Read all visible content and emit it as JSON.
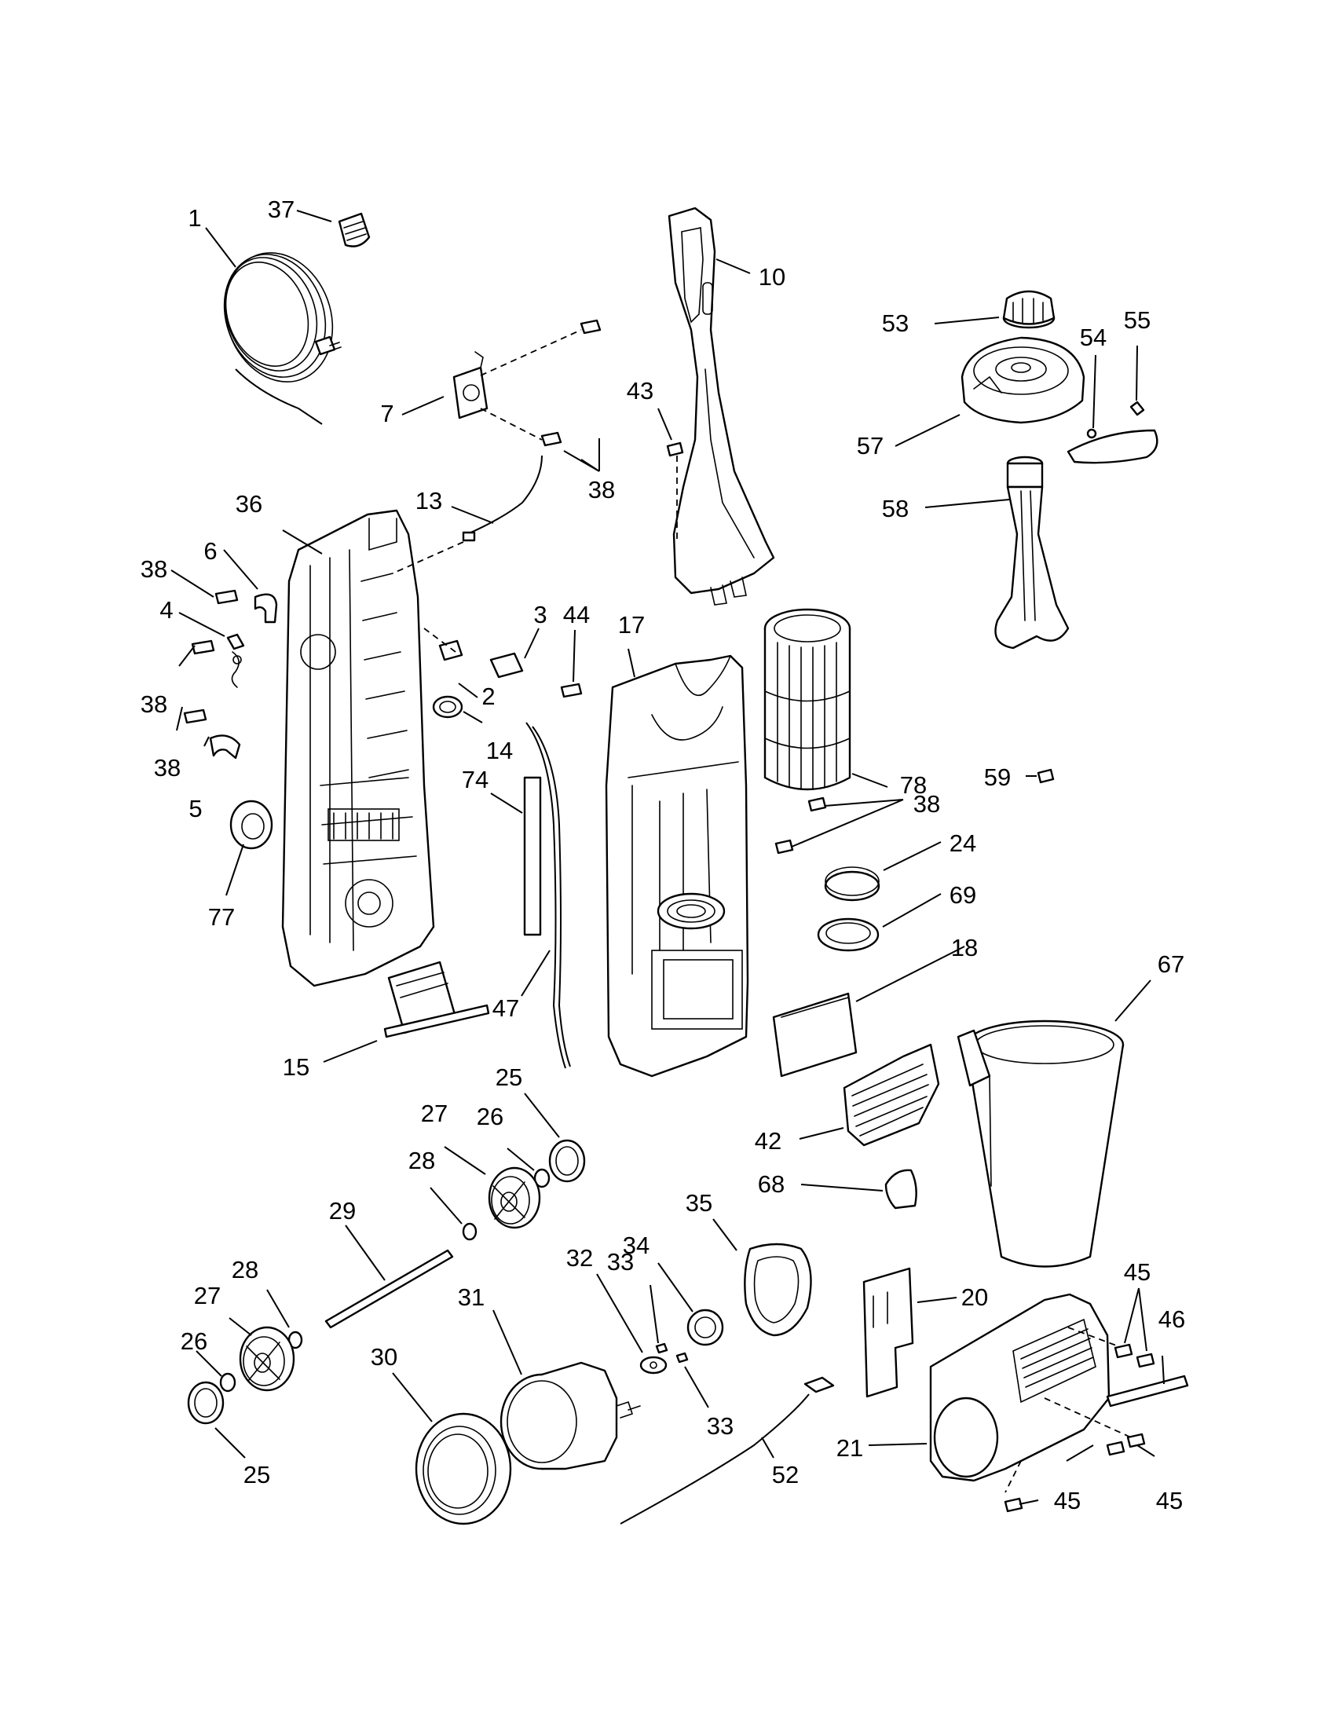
{
  "diagram": {
    "callouts": [
      {
        "id": "c1",
        "text": "1"
      },
      {
        "id": "c37",
        "text": "37"
      },
      {
        "id": "c10",
        "text": "10"
      },
      {
        "id": "c53",
        "text": "53"
      },
      {
        "id": "c54",
        "text": "54"
      },
      {
        "id": "c55",
        "text": "55"
      },
      {
        "id": "c43",
        "text": "43"
      },
      {
        "id": "c7",
        "text": "7"
      },
      {
        "id": "c38a",
        "text": "38"
      },
      {
        "id": "c57",
        "text": "57"
      },
      {
        "id": "c36",
        "text": "36"
      },
      {
        "id": "c13",
        "text": "13"
      },
      {
        "id": "c58",
        "text": "58"
      },
      {
        "id": "c6",
        "text": "6"
      },
      {
        "id": "c38b",
        "text": "38"
      },
      {
        "id": "c4",
        "text": "4"
      },
      {
        "id": "c3",
        "text": "3"
      },
      {
        "id": "c44",
        "text": "44"
      },
      {
        "id": "c17",
        "text": "17"
      },
      {
        "id": "c2",
        "text": "2"
      },
      {
        "id": "c38c",
        "text": "38"
      },
      {
        "id": "c14",
        "text": "14"
      },
      {
        "id": "c38d",
        "text": "38"
      },
      {
        "id": "c5",
        "text": "5"
      },
      {
        "id": "c74",
        "text": "74"
      },
      {
        "id": "c78",
        "text": "78"
      },
      {
        "id": "c59",
        "text": "59"
      },
      {
        "id": "c38e",
        "text": "38"
      },
      {
        "id": "c24",
        "text": "24"
      },
      {
        "id": "c69",
        "text": "69"
      },
      {
        "id": "c77",
        "text": "77"
      },
      {
        "id": "c18",
        "text": "18"
      },
      {
        "id": "c67",
        "text": "67"
      },
      {
        "id": "c47",
        "text": "47"
      },
      {
        "id": "c15",
        "text": "15"
      },
      {
        "id": "c25a",
        "text": "25"
      },
      {
        "id": "c27a",
        "text": "27"
      },
      {
        "id": "c26a",
        "text": "26"
      },
      {
        "id": "c42",
        "text": "42"
      },
      {
        "id": "c28a",
        "text": "28"
      },
      {
        "id": "c68",
        "text": "68"
      },
      {
        "id": "c29",
        "text": "29"
      },
      {
        "id": "c35",
        "text": "35"
      },
      {
        "id": "c34",
        "text": "34"
      },
      {
        "id": "c32",
        "text": "32"
      },
      {
        "id": "c33a",
        "text": "33"
      },
      {
        "id": "c28b",
        "text": "28"
      },
      {
        "id": "c31",
        "text": "31"
      },
      {
        "id": "c27b",
        "text": "27"
      },
      {
        "id": "c20",
        "text": "20"
      },
      {
        "id": "c45a",
        "text": "45"
      },
      {
        "id": "c46",
        "text": "46"
      },
      {
        "id": "c26b",
        "text": "26"
      },
      {
        "id": "c30",
        "text": "30"
      },
      {
        "id": "c33b",
        "text": "33"
      },
      {
        "id": "c21",
        "text": "21"
      },
      {
        "id": "c25b",
        "text": "25"
      },
      {
        "id": "c52",
        "text": "52"
      },
      {
        "id": "c45b",
        "text": "45"
      },
      {
        "id": "c45c",
        "text": "45"
      }
    ]
  }
}
